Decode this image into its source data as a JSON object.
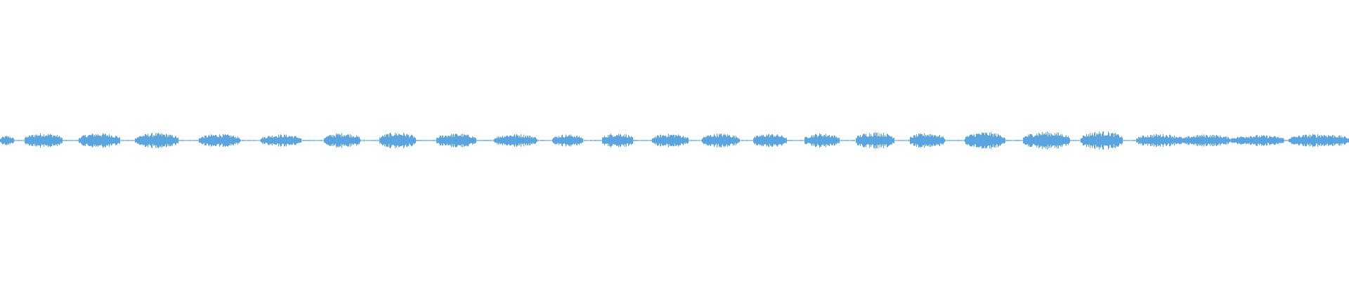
{
  "waveform": {
    "color": "#5aa5df",
    "background": "#ffffff",
    "baseline_amplitude": 0.004,
    "segments": [
      {
        "start": 0.0,
        "end": 0.01,
        "amplitude": 0.035
      },
      {
        "start": 0.018,
        "end": 0.046,
        "amplitude": 0.055
      },
      {
        "start": 0.058,
        "end": 0.089,
        "amplitude": 0.055
      },
      {
        "start": 0.1,
        "end": 0.132,
        "amplitude": 0.055
      },
      {
        "start": 0.147,
        "end": 0.178,
        "amplitude": 0.048
      },
      {
        "start": 0.193,
        "end": 0.223,
        "amplitude": 0.045
      },
      {
        "start": 0.24,
        "end": 0.267,
        "amplitude": 0.055
      },
      {
        "start": 0.281,
        "end": 0.308,
        "amplitude": 0.06
      },
      {
        "start": 0.323,
        "end": 0.353,
        "amplitude": 0.052
      },
      {
        "start": 0.366,
        "end": 0.398,
        "amplitude": 0.048
      },
      {
        "start": 0.409,
        "end": 0.432,
        "amplitude": 0.045
      },
      {
        "start": 0.446,
        "end": 0.469,
        "amplitude": 0.055
      },
      {
        "start": 0.483,
        "end": 0.51,
        "amplitude": 0.05
      },
      {
        "start": 0.52,
        "end": 0.548,
        "amplitude": 0.052
      },
      {
        "start": 0.558,
        "end": 0.583,
        "amplitude": 0.05
      },
      {
        "start": 0.596,
        "end": 0.622,
        "amplitude": 0.052
      },
      {
        "start": 0.634,
        "end": 0.663,
        "amplitude": 0.062
      },
      {
        "start": 0.674,
        "end": 0.7,
        "amplitude": 0.055
      },
      {
        "start": 0.715,
        "end": 0.745,
        "amplitude": 0.062
      },
      {
        "start": 0.758,
        "end": 0.793,
        "amplitude": 0.065
      },
      {
        "start": 0.801,
        "end": 0.832,
        "amplitude": 0.068
      },
      {
        "start": 0.842,
        "end": 0.877,
        "amplitude": 0.048
      },
      {
        "start": 0.877,
        "end": 0.912,
        "amplitude": 0.045
      },
      {
        "start": 0.912,
        "end": 0.952,
        "amplitude": 0.04
      },
      {
        "start": 0.955,
        "end": 1.0,
        "amplitude": 0.048
      }
    ]
  }
}
